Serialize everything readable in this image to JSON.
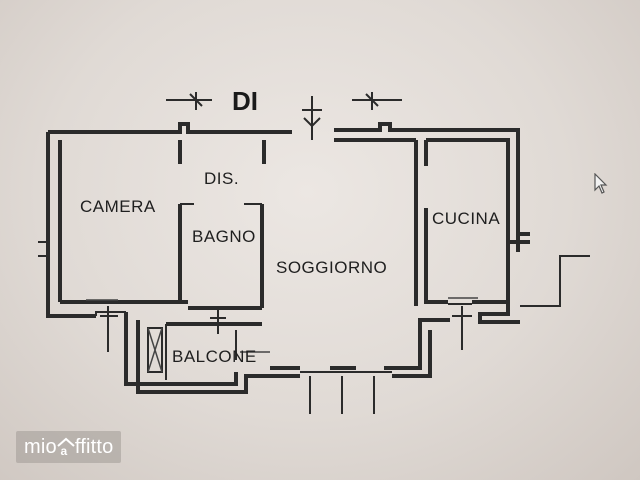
{
  "plan": {
    "section_label": "DI",
    "rooms": {
      "camera": "CAMERA",
      "dis": "DIS.",
      "bagno": "BAGNO",
      "soggiorno": "SOGGIORNO",
      "cucina": "CUCINA",
      "balcone": "BALCONE"
    }
  },
  "watermark": {
    "brand_prefix": "mio",
    "brand_suffix": "ffitto",
    "icon": "house-a-logo-icon"
  },
  "cursor": {
    "icon": "mouse-pointer-icon"
  }
}
